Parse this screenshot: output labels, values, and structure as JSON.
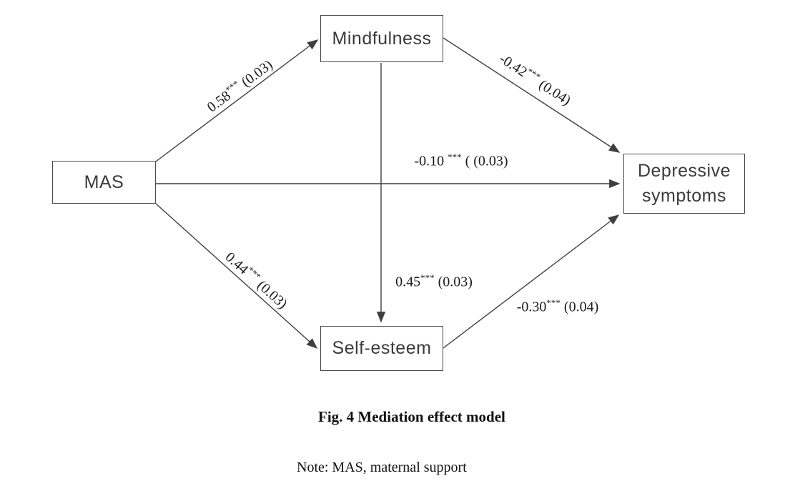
{
  "diagram": {
    "nodes": {
      "mas": {
        "label": "MAS"
      },
      "mindfulness": {
        "label": "Mindfulness"
      },
      "self_esteem": {
        "label": "Self-esteem"
      },
      "depressive": {
        "line1": "Depressive",
        "line2": "symptoms"
      }
    },
    "edges": [
      {
        "from": "MAS",
        "to": "Mindfulness",
        "value": "0.58",
        "stars": "***",
        "se": " (0.03)"
      },
      {
        "from": "Mindfulness",
        "to": "Depressive symptoms",
        "value": "-0.42",
        "stars": "***",
        "se": " (0.04)"
      },
      {
        "from": "MAS",
        "to": "Depressive symptoms",
        "value": "-0.10 ",
        "stars": "***",
        "se": " ( (0.03)"
      },
      {
        "from": "MAS",
        "to": "Self-esteem",
        "value": "0.44",
        "stars": "***",
        "se": " (0.03)"
      },
      {
        "from": "Mindfulness",
        "to": "Self-esteem",
        "value": "0.45",
        "stars": "***",
        "se": " (0.03)"
      },
      {
        "from": "Self-esteem",
        "to": "Depressive symptoms",
        "value": "-0.30",
        "stars": "***",
        "se": " (0.04)"
      }
    ],
    "colors": {
      "line": "#3f3f3f",
      "node_text": "#3a3a3a",
      "label_text": "#1a1a1a"
    }
  },
  "caption": "Fig. 4 Mediation effect model",
  "note": "Note: MAS, maternal support"
}
